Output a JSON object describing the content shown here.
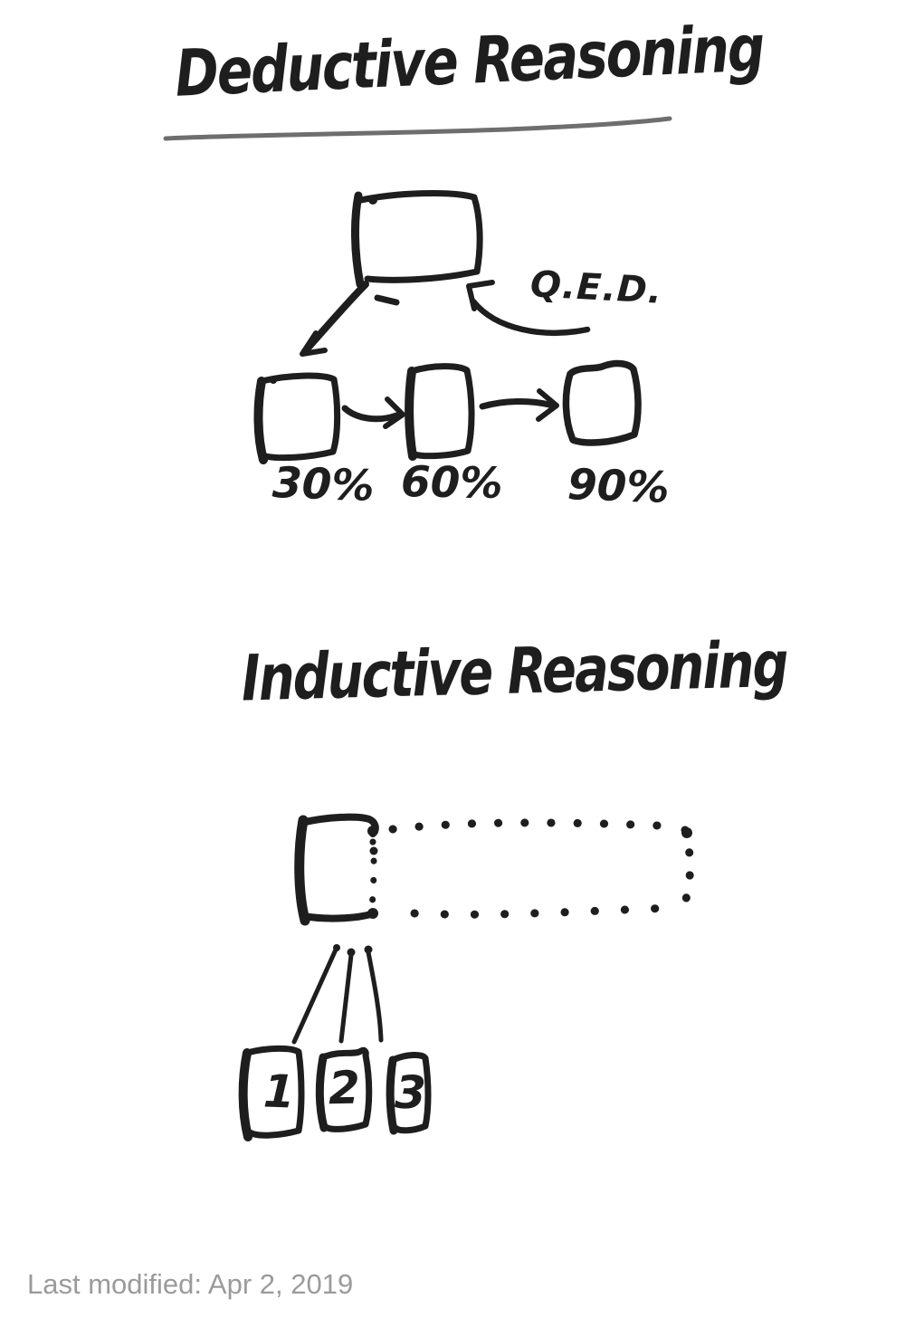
{
  "colors": {
    "background": "#ffffff",
    "ink": "#1e1e1e",
    "title_underline": "#6e6e6e",
    "footer_text": "#9b9b9b"
  },
  "deductive": {
    "title": "Deductive Reasoning",
    "qed_label": "Q.E.D.",
    "step_labels": [
      "30%",
      "60%",
      "90%"
    ]
  },
  "inductive": {
    "title": "Inductive Reasoning",
    "case_labels": [
      "1",
      "2",
      "3"
    ]
  },
  "footer": {
    "last_modified": "Last modified: Apr 2, 2019"
  }
}
